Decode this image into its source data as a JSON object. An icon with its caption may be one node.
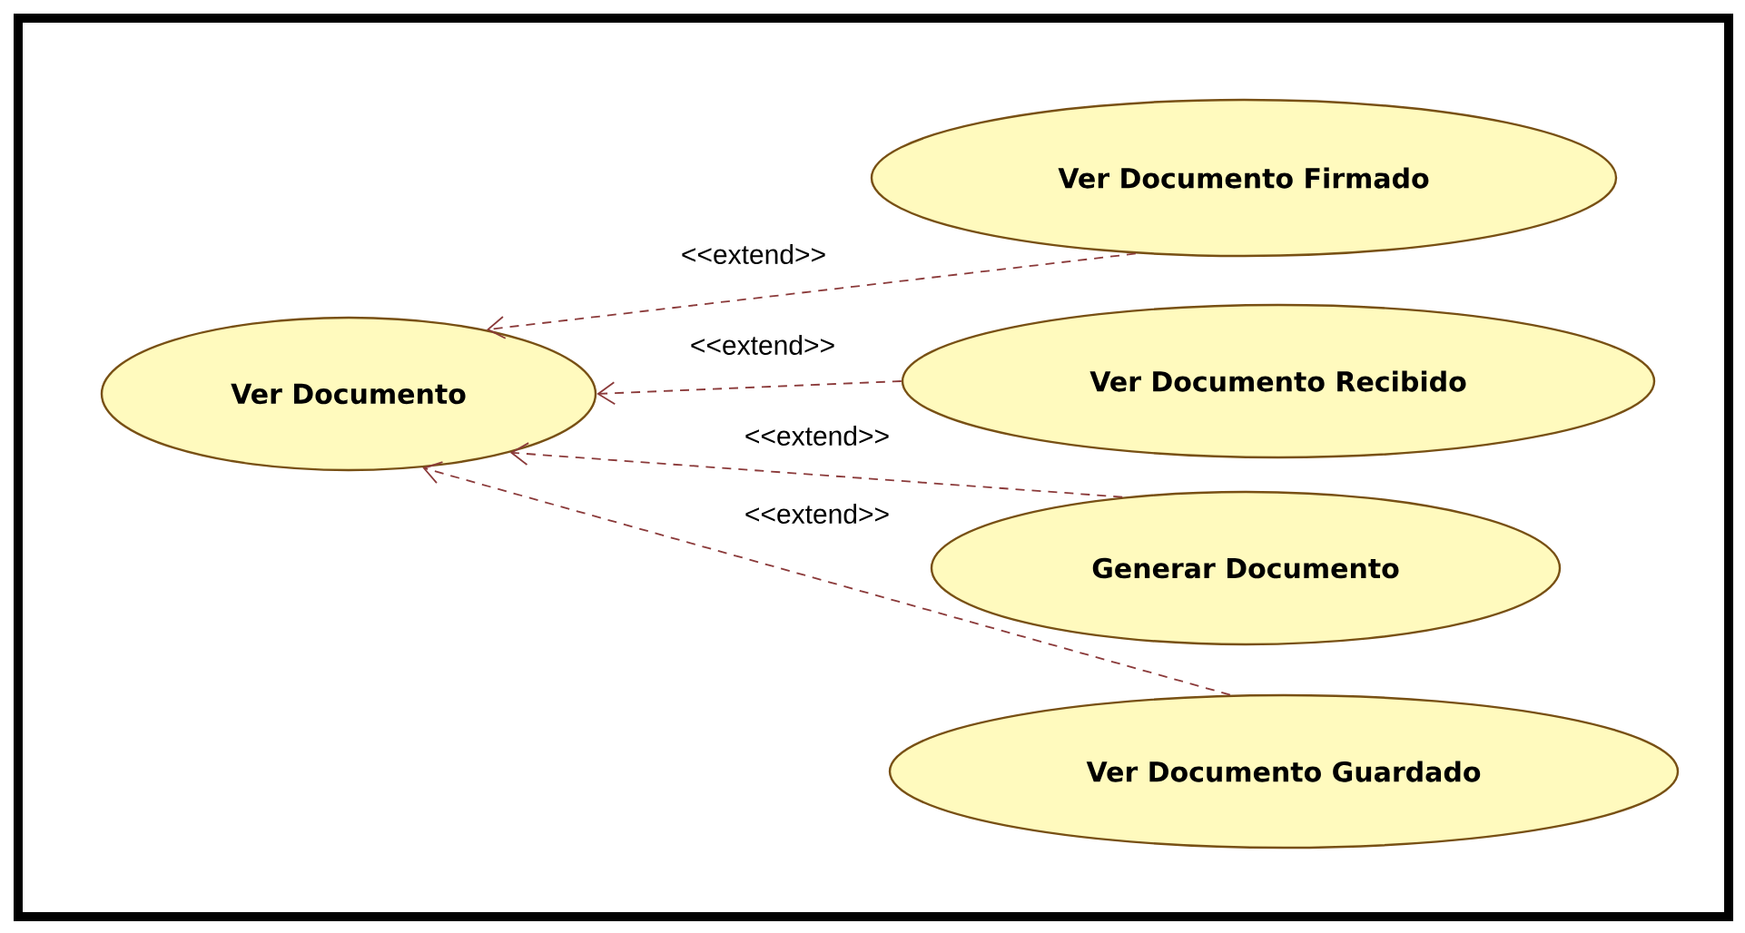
{
  "diagram": {
    "nodes": [
      {
        "text": [
          "Ver Documento"
        ]
      },
      {
        "text": [
          "Ver Documento Firmado"
        ]
      },
      {
        "text": [
          "Ver Documento Recibido"
        ]
      },
      {
        "text": [
          "Generar Documento"
        ]
      },
      {
        "text": [
          "Ver Documento Guardado"
        ]
      }
    ],
    "edges": [
      {
        "from": 1,
        "to": 0,
        "arrow": "to",
        "style": "dashed",
        "label": "<<extend>>"
      },
      {
        "from": 2,
        "to": 0,
        "arrow": "to",
        "style": "dashed",
        "label": "<<extend>>"
      },
      {
        "from": 3,
        "to": 0,
        "arrow": "to",
        "style": "dashed",
        "label": "<<extend>>"
      },
      {
        "from": 4,
        "to": 0,
        "arrow": "to",
        "style": "dashed",
        "label": "<<extend>>"
      }
    ]
  }
}
